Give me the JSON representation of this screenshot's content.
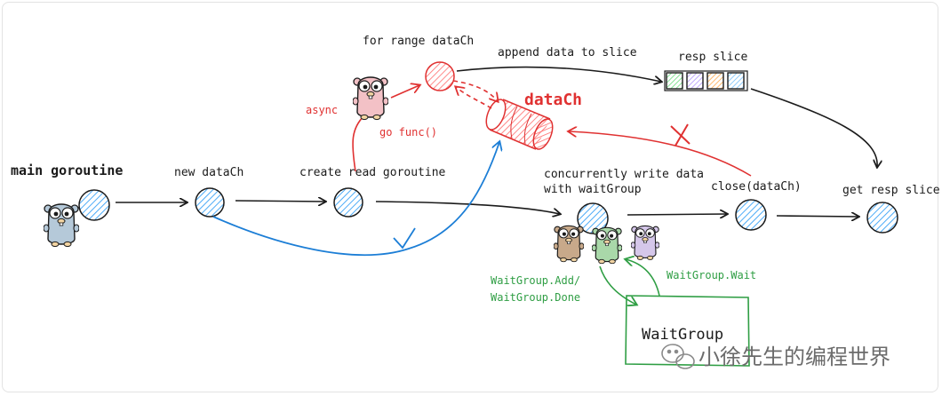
{
  "labels": {
    "main_goroutine": "main goroutine",
    "new_datach": "new dataCh",
    "create_read_goroutine": "create read goroutine",
    "concurrently_line1": "concurrently write data",
    "concurrently_line2": "with waitGroup",
    "close_datach": "close(dataCh)",
    "get_resp_slice": "get resp slice",
    "for_range_datach": "for range dataCh",
    "append_data": "append data to slice",
    "resp_slice": "resp slice",
    "datach": "dataCh",
    "async": "async",
    "go_func": "go func()",
    "wg_add_line1": "WaitGroup.Add/",
    "wg_add_line2": "WaitGroup.Done",
    "wg_wait": "WaitGroup.Wait",
    "waitgroup": "WaitGroup",
    "watermark": "小徐先生的编程世界"
  },
  "colors": {
    "black": "#1b1b1b",
    "red": "#e03131",
    "blue": "#1c7ed6",
    "green": "#2f9e44",
    "node_hatch": "#4dabf7",
    "slice_green": "#69db7c",
    "slice_purple": "#b197fc",
    "slice_orange": "#ffa94d",
    "slice_blue": "#74c0fc"
  },
  "icons": {
    "gopher": "gopher-mascot-icon",
    "cross": "cross-mark-icon",
    "check": "check-mark-icon",
    "wechat": "wechat-logo-icon"
  }
}
